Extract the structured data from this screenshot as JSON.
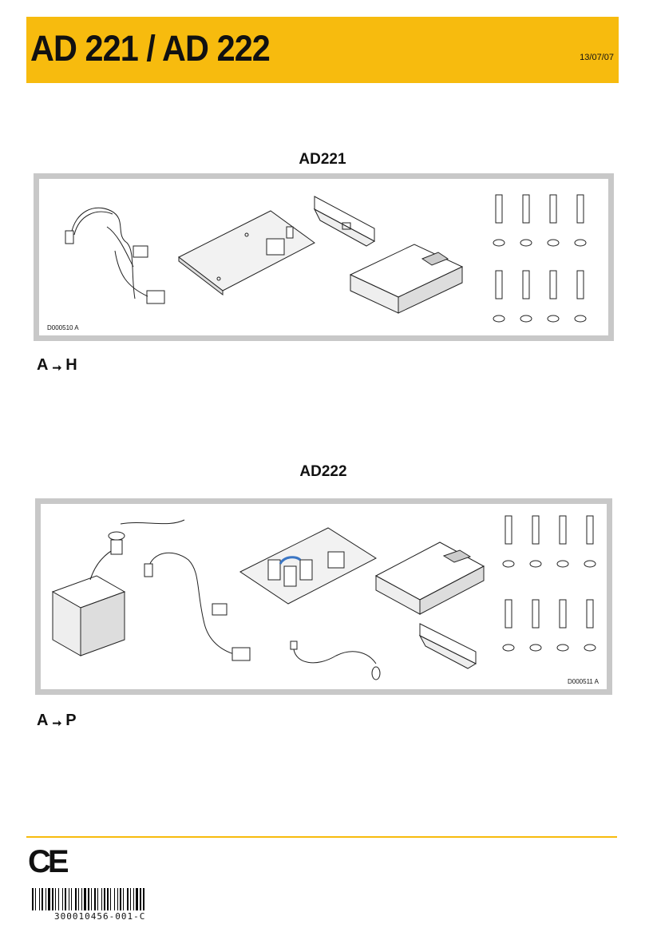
{
  "header": {
    "title": "AD 221 / AD 222",
    "date": "13/07/07"
  },
  "sections": [
    {
      "title": "AD221",
      "figure_code": "D000510 A",
      "range_from": "A",
      "range_to": "H"
    },
    {
      "title": "AD222",
      "figure_code": "D000511 A",
      "range_from": "A",
      "range_to": "P"
    }
  ],
  "footer": {
    "mark": "CE",
    "barcode_text": "300010456-001-C"
  },
  "colors": {
    "header": "#f7bb0e",
    "panel_border": "#c8c8c8"
  }
}
